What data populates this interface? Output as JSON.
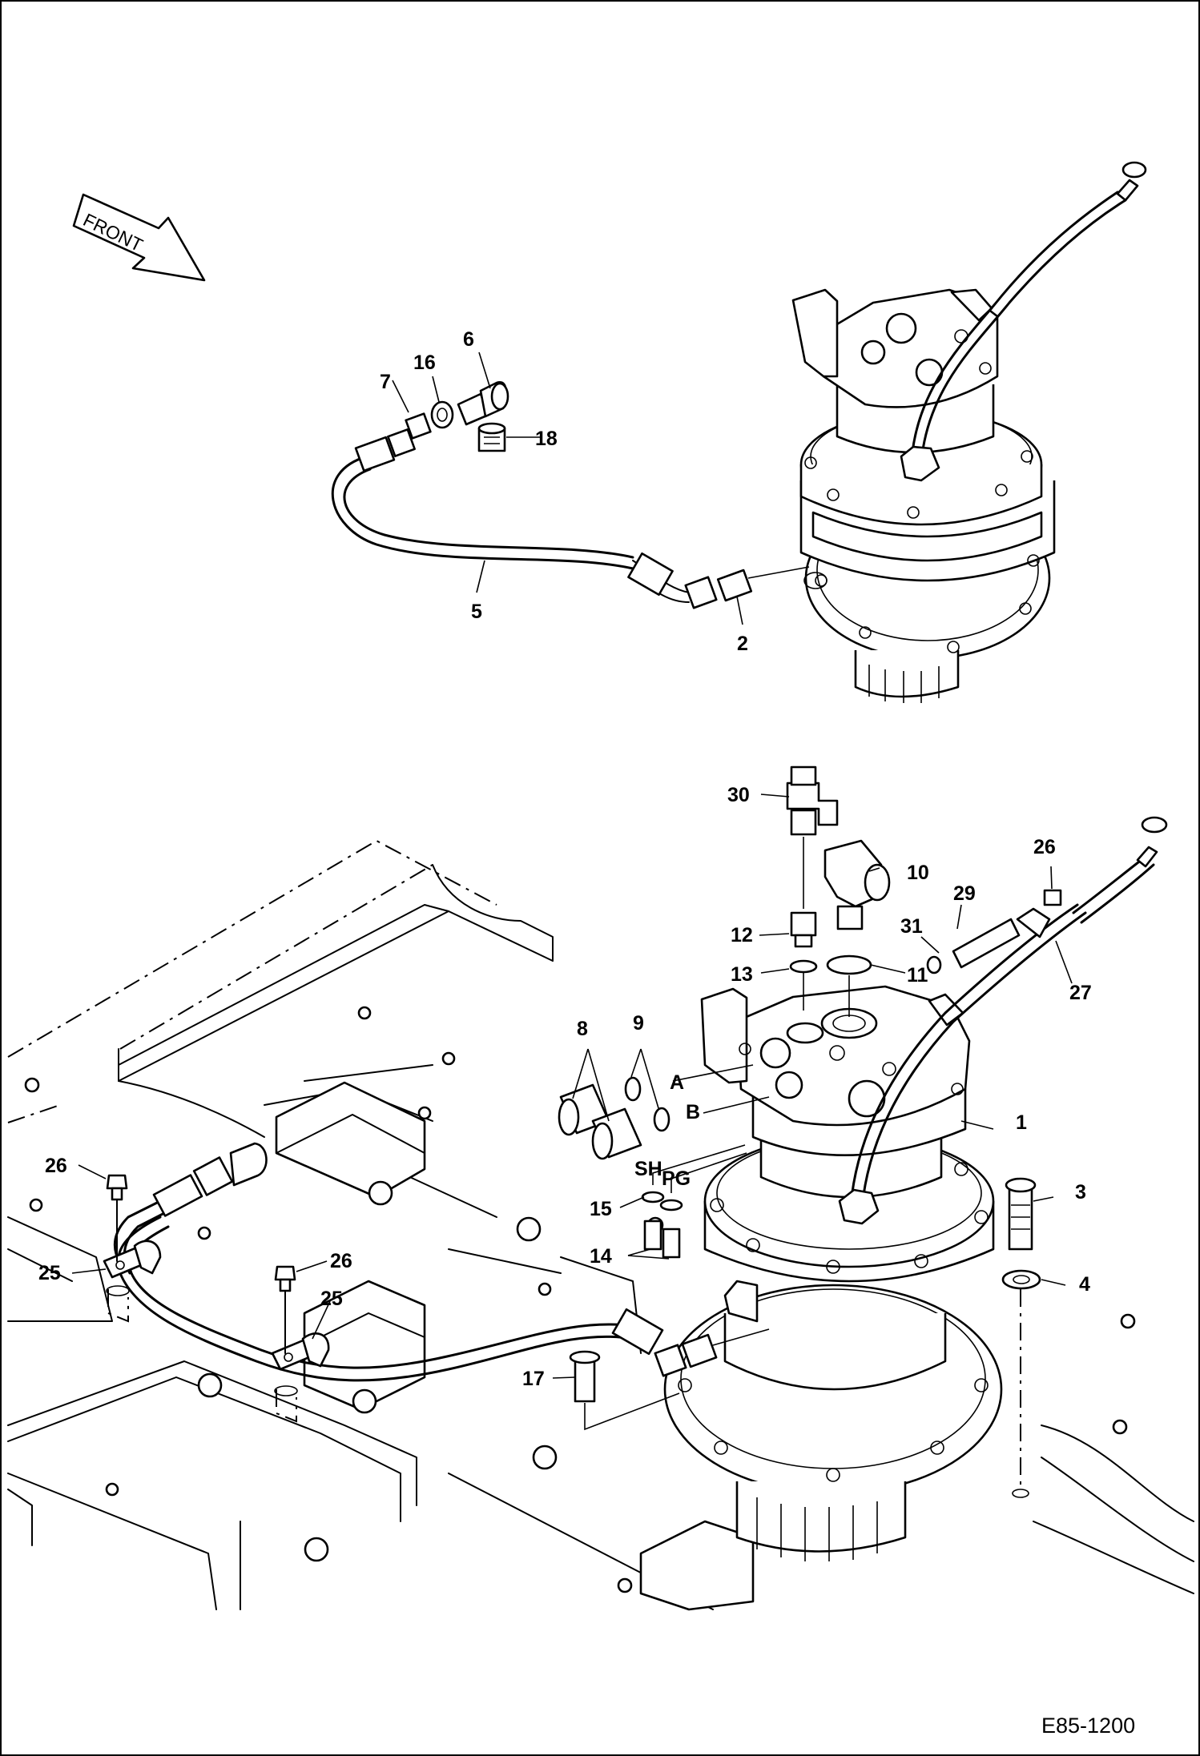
{
  "figure": {
    "document_id": "E85-1200",
    "front_label": "FRONT",
    "callouts": {
      "c1": "1",
      "c2": "2",
      "c3": "3",
      "c4": "4",
      "c5": "5",
      "c6": "6",
      "c7": "7",
      "c8": "8",
      "c9": "9",
      "c10": "10",
      "c11": "11",
      "c12": "12",
      "c13": "13",
      "c14": "14",
      "c15": "15",
      "c16": "16",
      "c17": "17",
      "c18": "18",
      "c25a": "25",
      "c25b": "25",
      "c26a": "26",
      "c26b": "26",
      "c26c": "26",
      "c27": "27",
      "c29": "29",
      "c30": "30",
      "c31": "31"
    },
    "port_labels": {
      "a": "A",
      "b": "B",
      "sh": "SH",
      "pg": "PG"
    }
  }
}
